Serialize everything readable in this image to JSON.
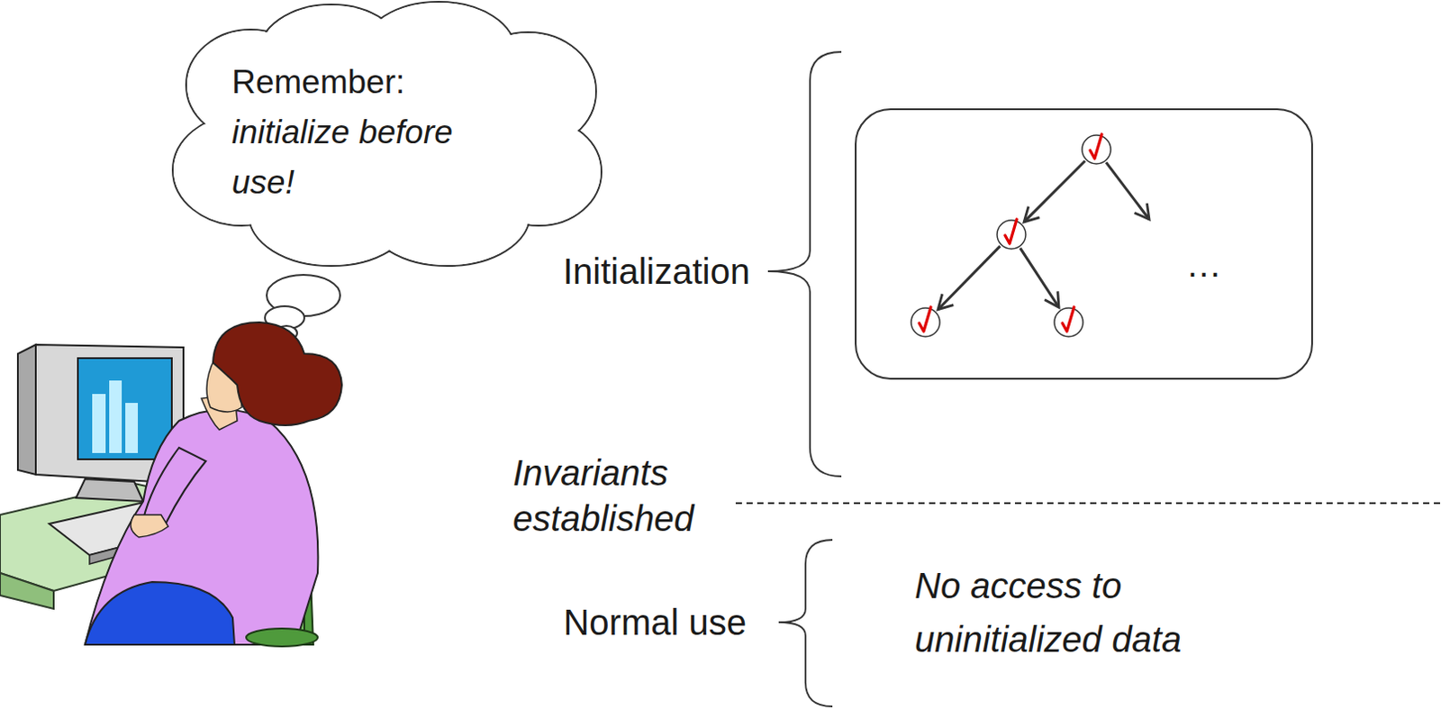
{
  "diagram": {
    "nodes": [
      {
        "text": [
          "Remember:",
          "initialize before use!"
        ]
      },
      {
        "text": [
          "…"
        ]
      }
    ],
    "labels": [
      "Initialization",
      "Invariants established",
      "Normal use",
      "No access to uninitialized data"
    ]
  }
}
